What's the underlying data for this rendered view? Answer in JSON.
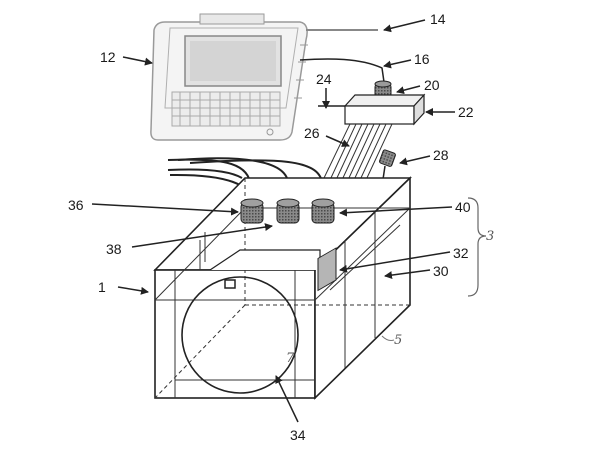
{
  "figure": {
    "labels": {
      "l14": "14",
      "l12": "12",
      "l16": "16",
      "l20": "20",
      "l24": "24",
      "l22": "22",
      "l26": "26",
      "l28": "28",
      "l36": "36",
      "l40": "40",
      "l3": "3",
      "l38": "38",
      "l32": "32",
      "l1": "1",
      "l30": "30",
      "l5": "5",
      "l7": "7",
      "l34": "34"
    },
    "colors": {
      "ink": "#222222",
      "light": "#9a9a9a",
      "paper": "#ffffff"
    }
  }
}
